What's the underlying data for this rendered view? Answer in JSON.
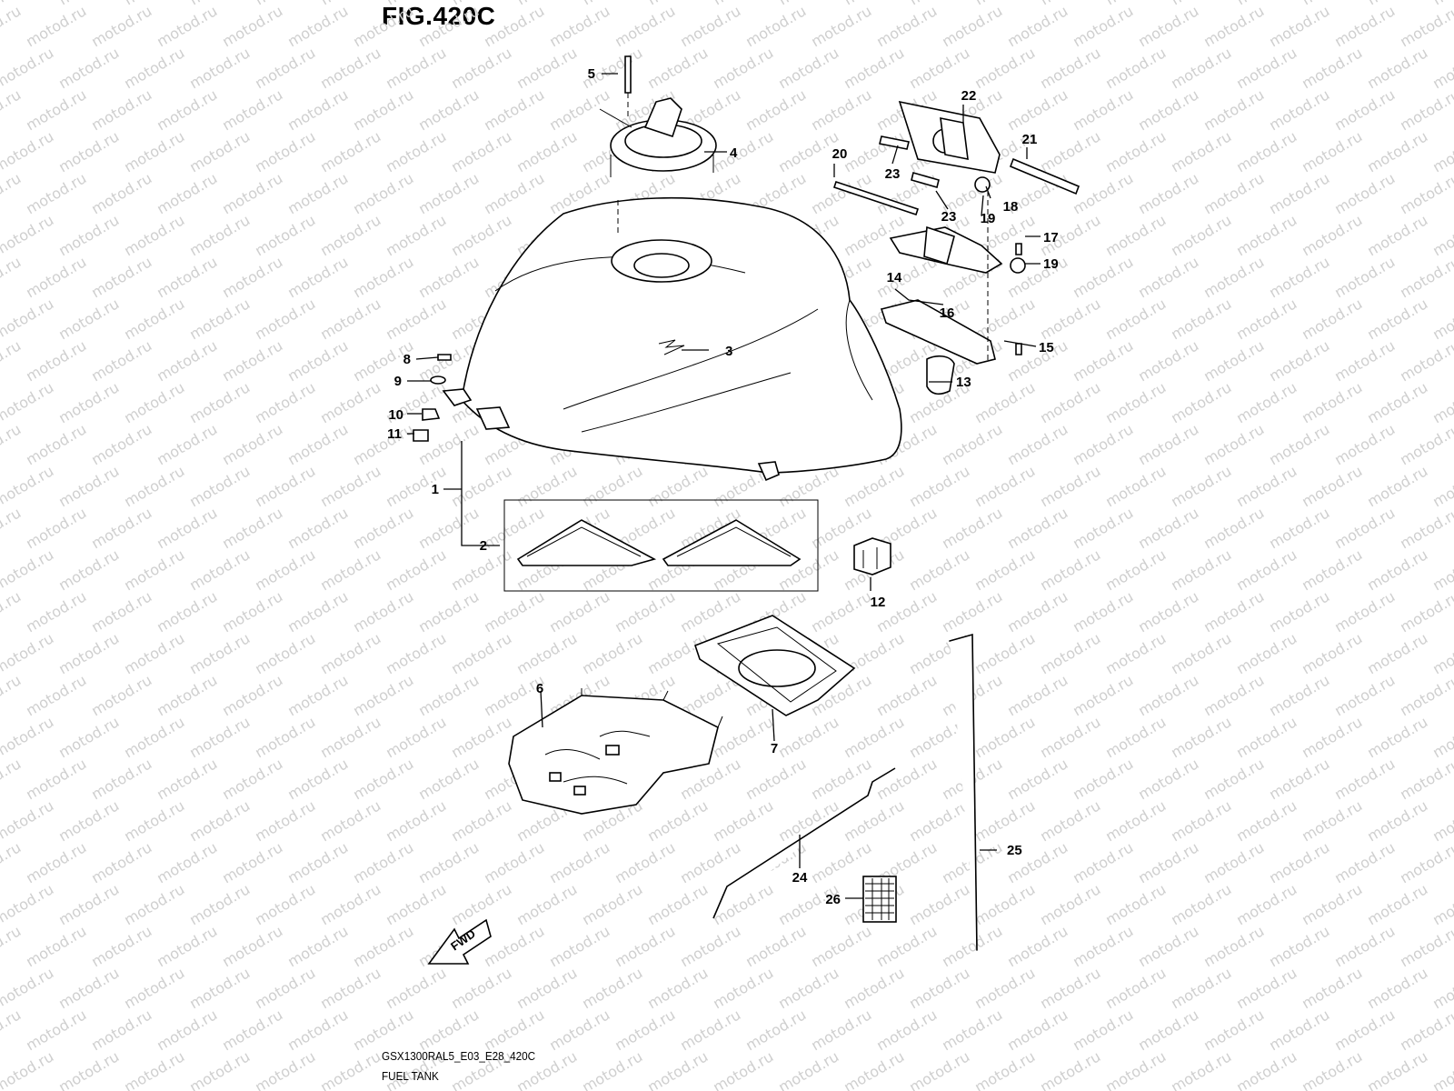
{
  "figure": {
    "title": "FIG.420C",
    "code": "GSX1300RAL5_E03_E28_420C",
    "name": "FUEL TANK"
  },
  "watermark": "motod.ru",
  "fwd_label": "FWD",
  "callouts": {
    "c1": "1",
    "c2": "2",
    "c3": "3",
    "c4": "4",
    "c5": "5",
    "c6": "6",
    "c7": "7",
    "c8": "8",
    "c9": "9",
    "c10": "10",
    "c11": "11",
    "c12": "12",
    "c13": "13",
    "c14": "14",
    "c15": "15",
    "c16": "16",
    "c17": "17",
    "c18": "18",
    "c19a": "19",
    "c19b": "19",
    "c20": "20",
    "c21": "21",
    "c22": "22",
    "c23a": "23",
    "c23b": "23",
    "c24": "24",
    "c25": "25",
    "c26": "26"
  }
}
